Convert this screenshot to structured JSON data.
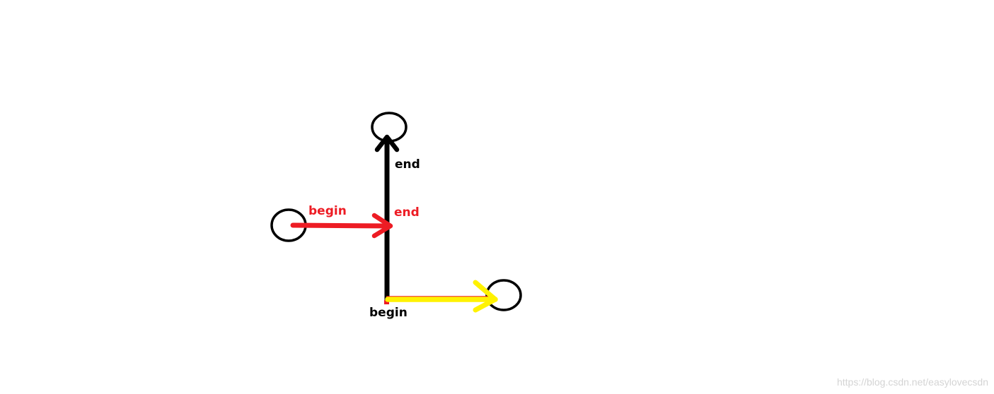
{
  "colors": {
    "background": "#ffffff",
    "black": "#000000",
    "red": "#ed1c24",
    "yellow": "#fff200",
    "watermark": "#d4d4d4"
  },
  "labels": {
    "black_end": "end",
    "red_begin": "begin",
    "red_end": "end",
    "black_begin": "begin"
  },
  "watermark": "https://blog.csdn.net/easylovecsdn"
}
